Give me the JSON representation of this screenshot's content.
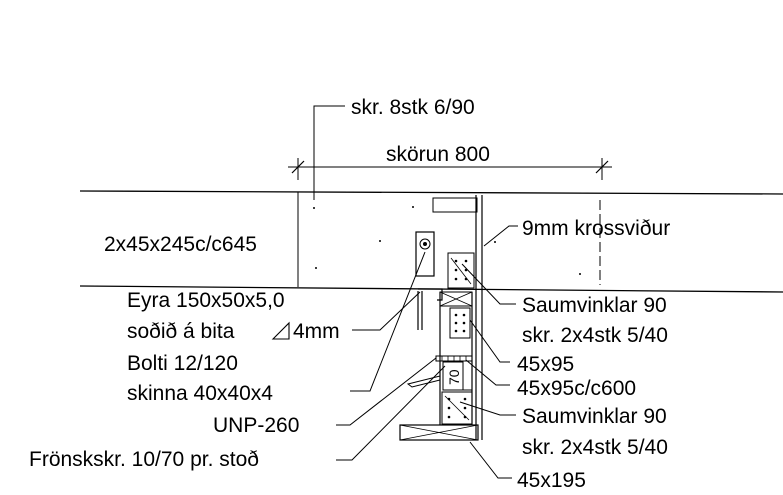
{
  "labels": {
    "top_screws": "skr. 8stk 6/90",
    "overlap": "skörun 800",
    "plywood": "9mm krossviður",
    "joist": "2x45x245c/c645",
    "bracket": "Eyra 150x50x5,0",
    "weld": "soðið á bita",
    "weld_size": "4mm",
    "bolt": "Bolti 12/120",
    "plate": "skinna 40x40x4",
    "channel": "UNP-260",
    "french_screws": "Frönskskr. 10/70 pr. stoð",
    "nail_plates_1": "Saumvinklar 90",
    "nail_screws_1": "skr. 2x4stk 5/40",
    "stud": "45x95",
    "studs": "45x95c/c600",
    "nail_plates_2": "Saumvinklar 90",
    "nail_screws_2": "skr. 2x4stk 5/40",
    "sill": "45x195",
    "dim_70": "70"
  }
}
